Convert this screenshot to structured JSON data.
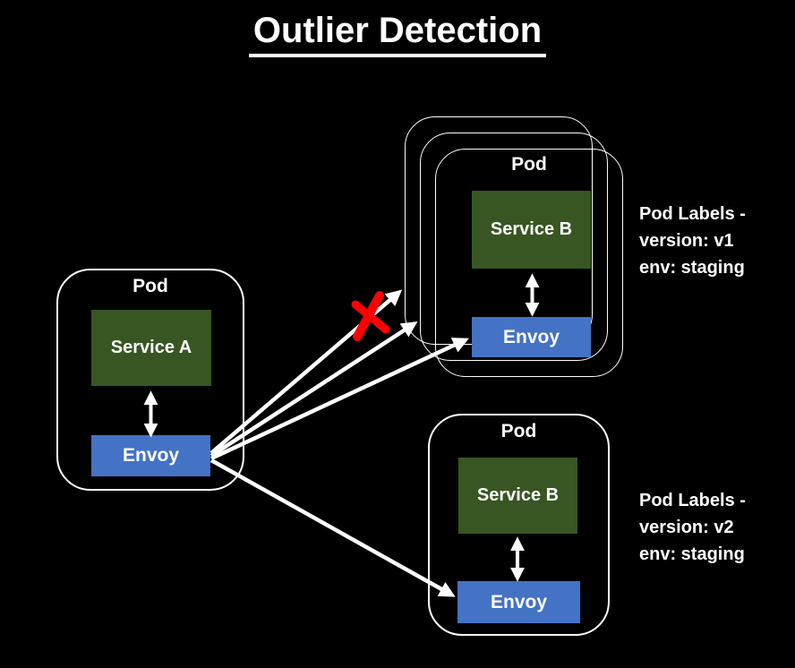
{
  "title": "Outlier Detection",
  "colors": {
    "background": "#000000",
    "service_box": "#375623",
    "envoy_box": "#4472C4",
    "outline": "#FFFFFF",
    "blocked_x": "#FF0000"
  },
  "pods": {
    "left": {
      "label": "Pod",
      "service": "Service A",
      "proxy": "Envoy"
    },
    "top_right": {
      "label": "Pod",
      "service": "Service B",
      "proxy": "Envoy",
      "annotation": [
        "Pod Labels -",
        "version: v1",
        "env: staging"
      ]
    },
    "bottom_right": {
      "label": "Pod",
      "service": "Service B",
      "proxy": "Envoy",
      "annotation": [
        "Pod Labels -",
        "version: v2",
        "env: staging"
      ]
    }
  }
}
